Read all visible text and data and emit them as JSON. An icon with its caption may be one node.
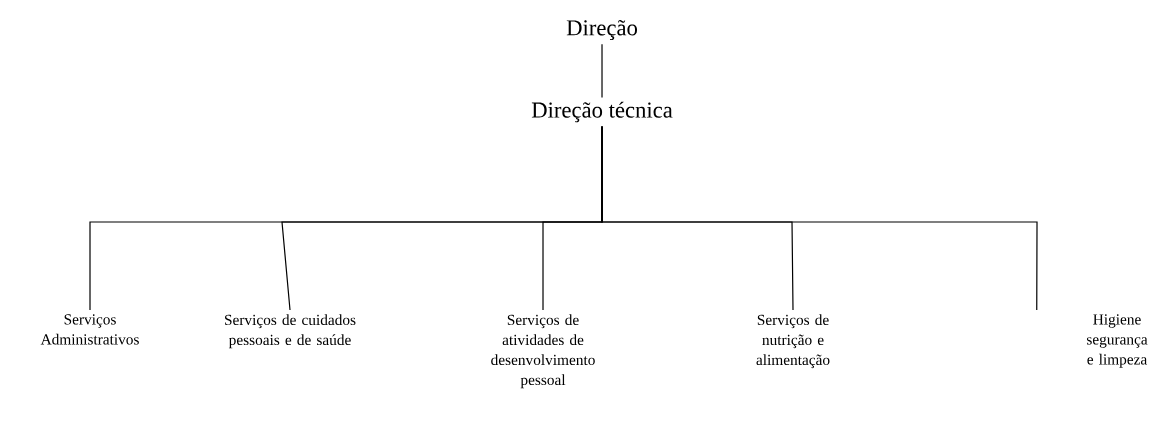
{
  "diagram": {
    "nodes": [
      {
        "text": [
          "Direção"
        ]
      },
      {
        "text": [
          "Direção técnica"
        ]
      },
      {
        "text": [
          "Serviços Administrativos"
        ]
      },
      {
        "text": [
          "Serviços de cuidados pessoais e de saúde"
        ]
      },
      {
        "text": [
          "Serviços de atividades de desenvolvimento pessoal"
        ]
      },
      {
        "text": [
          "Serviços de nutrição e alimentação"
        ]
      },
      {
        "text": [
          "Higiene segurança e limpeza"
        ]
      }
    ],
    "edges": [
      {
        "from": 0,
        "to": 1,
        "arrow": "none"
      },
      {
        "from": 1,
        "to": 2,
        "arrow": "none"
      },
      {
        "from": 1,
        "to": 3,
        "arrow": "none"
      },
      {
        "from": 1,
        "to": 4,
        "arrow": "none"
      },
      {
        "from": 1,
        "to": 5,
        "arrow": "none"
      },
      {
        "from": 1,
        "to": 6,
        "arrow": "none"
      }
    ]
  }
}
